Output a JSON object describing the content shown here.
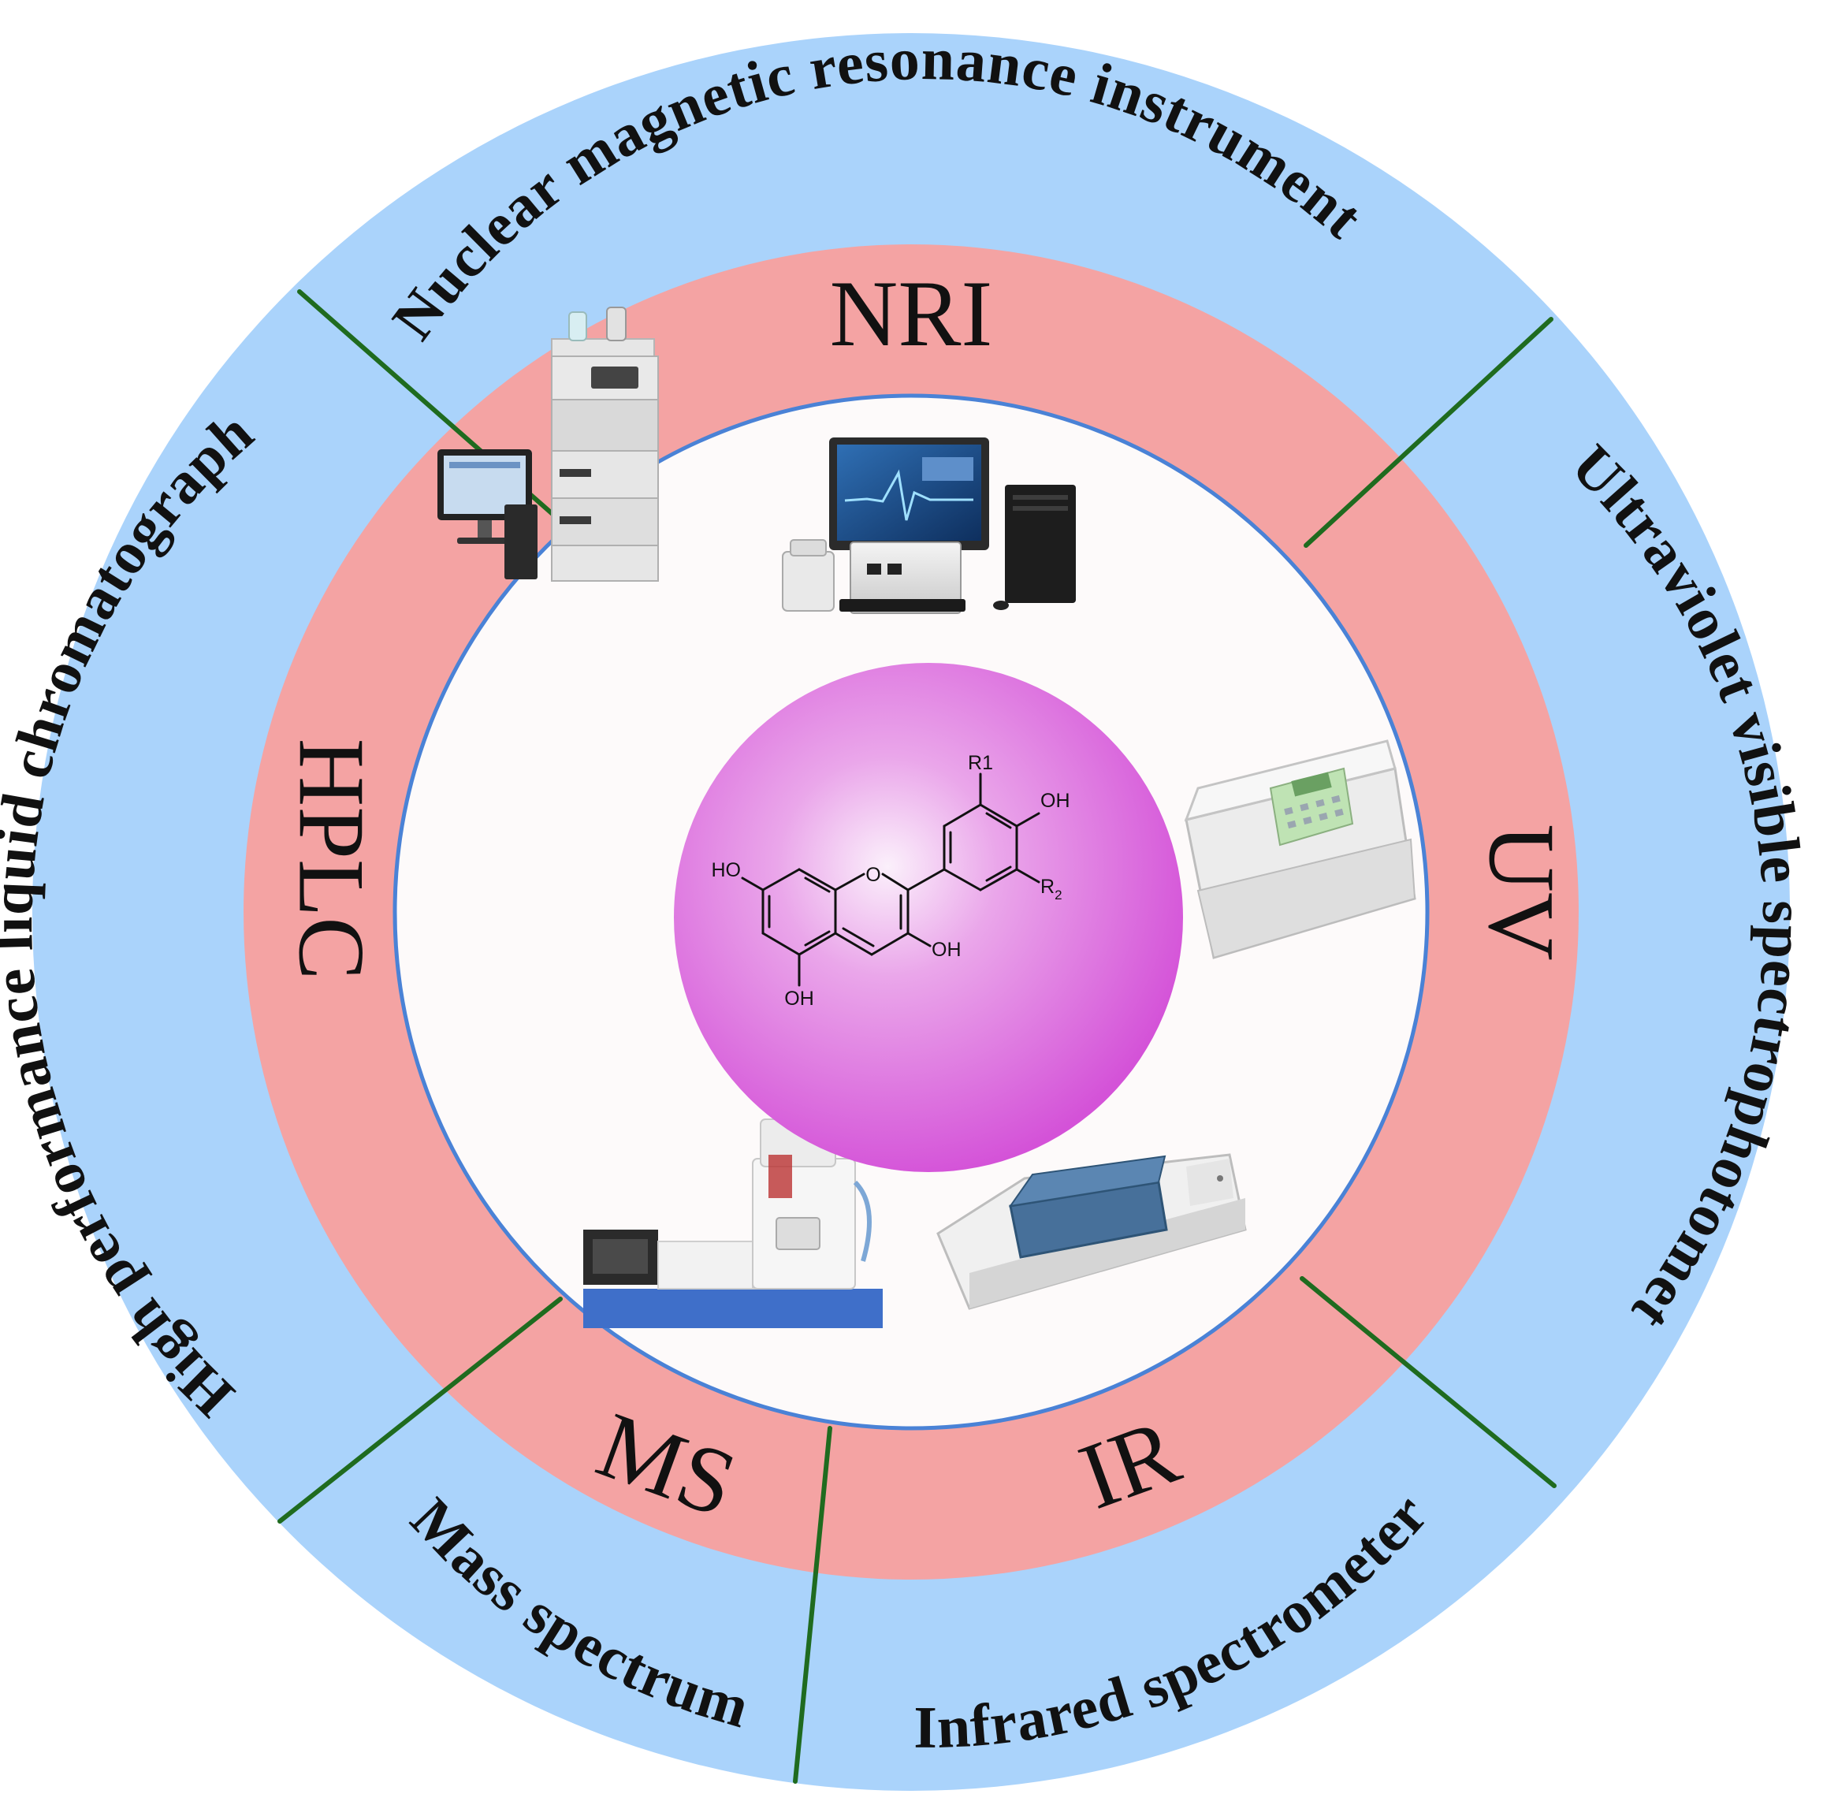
{
  "outer_labels": {
    "nmr": "Nuclear magnetic resonance instrument",
    "uv": "Ultraviolet visible spectrophotomet",
    "ir": "Infrared spectrometer",
    "ms": "Mass spectrum",
    "hplc": "High performance liquid chromatograph"
  },
  "abbreviations": {
    "nmr": "NRI",
    "uv": "UV",
    "ir": "IR",
    "ms": "MS",
    "hplc": "HPLC"
  },
  "molecule": {
    "oh_7": "HO",
    "ring_o": "O",
    "oh_3": "OH",
    "oh_5": "OH",
    "oh_4p": "OH",
    "r1": "R1",
    "r2_base": "R",
    "r2_sub": "2"
  },
  "colors": {
    "outer_ring": "#aad3fb",
    "middle_ring": "#f4a3a3",
    "inner_disk": "#fdfafa",
    "inner_border": "#4a82d6",
    "divider": "#1f6b1f",
    "molecule_sphere": "#d65ad9"
  }
}
